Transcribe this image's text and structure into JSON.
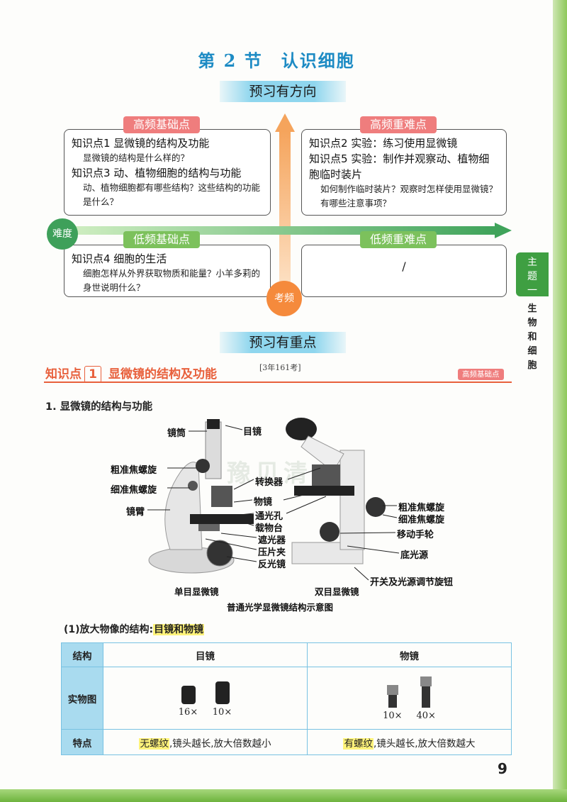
{
  "header": {
    "title": "第 2 节　认识细胞"
  },
  "banners": {
    "preview_direction": "预习有方向",
    "preview_key": "预习有重点"
  },
  "quadrant": {
    "high_basic": {
      "tag": "高频基础点",
      "items": [
        {
          "title": "知识点1 显微镜的结构及功能",
          "question": "显微镜的结构是什么样的？"
        },
        {
          "title": "知识点3 动、植物细胞的结构与功能",
          "question": "动、植物细胞都有哪些结构？这些结构的功能是什么？"
        }
      ]
    },
    "high_difficult": {
      "tag": "高频重难点",
      "items": [
        {
          "title": "知识点2 实验：练习使用显微镜",
          "question": ""
        },
        {
          "title": "知识点5 实验：制作并观察动、植物细胞临时装片",
          "question": "如何制作临时装片？观察时怎样使用显微镜？有哪些注意事项？"
        }
      ]
    },
    "low_basic": {
      "tag": "低频基础点",
      "items": [
        {
          "title": "知识点4 细胞的生活",
          "question": "细胞怎样从外界获取物质和能量？小羊多莉的身世说明什么？"
        }
      ]
    },
    "low_difficult": {
      "tag": "低频重难点",
      "content": "/"
    },
    "axis_difficulty": "难度",
    "axis_frequency": "考频"
  },
  "side_tab": {
    "label": "主题一",
    "text": "生物和细胞"
  },
  "knowledge_point": {
    "prefix": "知识点",
    "number": "1",
    "title": "显微镜的结构及功能",
    "years": "[3年161考]",
    "badge": "高频基础点"
  },
  "section1": {
    "heading": "1. 显微镜的结构与功能"
  },
  "diagram": {
    "left_labels": [
      "镜筒",
      "目镜",
      "粗准焦螺旋",
      "细准焦螺旋",
      "镜臂"
    ],
    "center_labels": [
      "转换器",
      "物镜",
      "通光孔",
      "载物台",
      "遮光器",
      "压片夹",
      "反光镜"
    ],
    "right_labels": [
      "粗准焦螺旋",
      "细准焦螺旋",
      "移动手轮",
      "底光源",
      "开关及光源调节旋钮"
    ],
    "caption_left": "单目显微镜",
    "caption_right": "双目显微镜",
    "caption_main": "普通光学显微镜结构示意图"
  },
  "subsection": {
    "prefix": "(1)放大物像的结构:",
    "highlight": "目镜和物镜"
  },
  "table": {
    "row_headers": [
      "结构",
      "实物图",
      "特点"
    ],
    "col_eyepiece": "目镜",
    "col_objective": "物镜",
    "eyepiece_mags": [
      "16×",
      "10×"
    ],
    "objective_mags": [
      "10×",
      "40×"
    ],
    "eyepiece_feature_hl": "无螺纹",
    "eyepiece_feature": ",镜头越长,放大倍数越小",
    "objective_feature_hl": "有螺纹",
    "objective_feature": ",镜头越长,放大倍数越大"
  },
  "page_number": "9",
  "colors": {
    "title": "#1d8bc4",
    "accent": "#e8603c",
    "green": "#3f9f42",
    "orange": "#f58a3c"
  }
}
